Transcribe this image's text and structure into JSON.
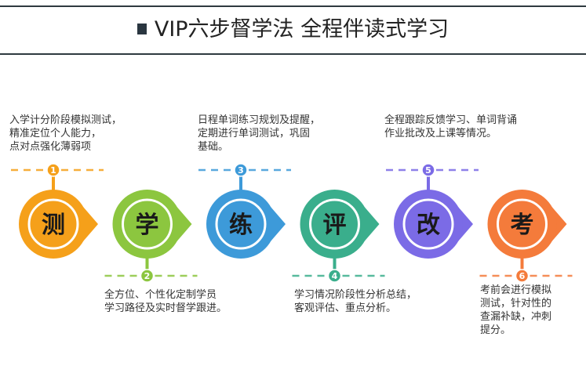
{
  "header": {
    "title": "VIP六步督学法  全程伴读式学习"
  },
  "steps": [
    {
      "number": "1",
      "char": "测",
      "color": "#f5a01a",
      "position": "top",
      "desc": "入学计分阶段模拟测试，\n精准定位个人能力，\n点对点强化薄弱项"
    },
    {
      "number": "2",
      "char": "学",
      "color": "#8cc63f",
      "position": "bottom",
      "desc": "全方位、个性化定制学员\n学习路径及实时督学跟进。"
    },
    {
      "number": "3",
      "char": "练",
      "color": "#3d9ad9",
      "position": "top",
      "desc": "日程单词练习规划及提醒，\n定期进行单词测试，巩固\n基础。"
    },
    {
      "number": "4",
      "char": "评",
      "color": "#3aae8c",
      "position": "bottom",
      "desc": "学习情况阶段性分析总结，\n客观评估、重点分析。"
    },
    {
      "number": "5",
      "char": "改",
      "color": "#7b6be6",
      "position": "top",
      "desc": "全程跟踪反馈学习、单词背诵\n作业批改及上课等情况。"
    },
    {
      "number": "6",
      "char": "考",
      "color": "#f47b3b",
      "position": "bottom",
      "desc": "考前会进行模拟\n测试，针对性的\n查漏补缺，冲刺\n提分。"
    }
  ]
}
